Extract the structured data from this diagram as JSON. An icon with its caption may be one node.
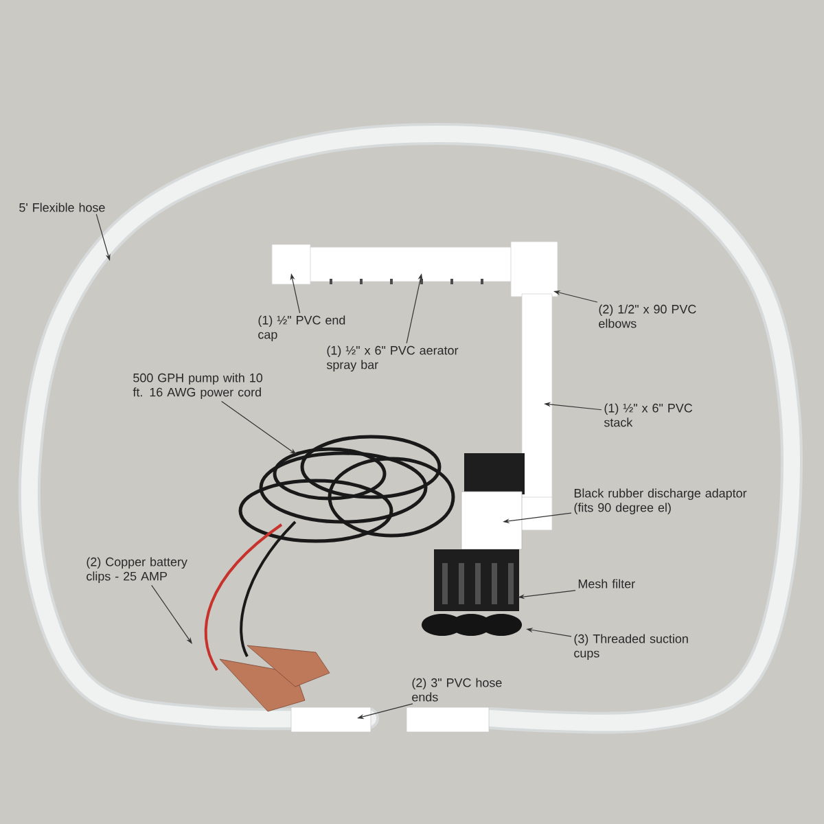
{
  "diagram": {
    "nodes": [
      {
        "text": [
          "5' Flexible hose"
        ]
      },
      {
        "text": [
          "(1) ½\" PVC end cap"
        ]
      },
      {
        "text": [
          "(1)  ½\" x 6\" PVC aerator spray bar"
        ]
      },
      {
        "text": [
          "(2) 1/2\" x 90 PVC elbows"
        ]
      },
      {
        "text": [
          "(1) ½\" x 6\" PVC stack"
        ]
      },
      {
        "text": [
          "500 GPH pump with 10 ft. 16 AWG power cord"
        ]
      },
      {
        "text": [
          "Black rubber discharge adaptor (fits 90 degree el)"
        ]
      },
      {
        "text": [
          "Mesh filter"
        ]
      },
      {
        "text": [
          "(3) Threaded suction cups"
        ]
      },
      {
        "text": [
          "(2) Copper battery clips - 25 AMP"
        ]
      },
      {
        "text": [
          "(2) 3\" PVC hose ends"
        ]
      }
    ],
    "edges": [
      {
        "from": 0,
        "to": null,
        "arrow": "to"
      },
      {
        "from": 1,
        "to": null,
        "arrow": "to"
      },
      {
        "from": 2,
        "to": null,
        "arrow": "to"
      },
      {
        "from": 3,
        "to": null,
        "arrow": "to"
      },
      {
        "from": 4,
        "to": null,
        "arrow": "to"
      },
      {
        "from": 5,
        "to": null,
        "arrow": "to"
      },
      {
        "from": 6,
        "to": null,
        "arrow": "to"
      },
      {
        "from": 7,
        "to": null,
        "arrow": "to"
      },
      {
        "from": 8,
        "to": null,
        "arrow": "to"
      },
      {
        "from": 9,
        "to": null,
        "arrow": "to"
      },
      {
        "from": 10,
        "to": null,
        "arrow": "to"
      }
    ]
  }
}
